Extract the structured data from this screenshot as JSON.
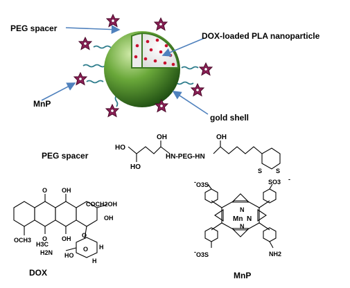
{
  "labels": {
    "peg_spacer_top": "PEG spacer",
    "dox_nanoparticle": "DOX-loaded PLA nanoparticle",
    "mnp_side": "MnP",
    "gold_shell": "gold shell",
    "peg_spacer_structure": "PEG spacer",
    "dox_structure": "DOX",
    "mnp_structure": "MnP"
  },
  "peg_chem": {
    "ho1": "HO",
    "oh1": "OH",
    "ho2": "HO",
    "oh2": "OH",
    "chain": "HN-PEG-HN",
    "oh3": "OH",
    "s1": "S",
    "s2": "S"
  },
  "dox_chem": {
    "o_top": "O",
    "oh_top": "OH",
    "coch2oh": "COCH2OH",
    "oh_mid": "OH",
    "o_bottom": "O",
    "oh_bottom": "OH",
    "och3": "OCH3",
    "o_ring": "O",
    "ch3": "H3C",
    "o_sugar": "O",
    "h_sugar": "H",
    "oh_sugar": "HO",
    "nh2": "H2N",
    "h2": "H"
  },
  "mnp_chem": {
    "so3_tl": "O3S",
    "so3_tr": "SO3",
    "so3_bl": "O3S",
    "nh2": "NH2",
    "n_top": "N",
    "mn": "Mn",
    "n_left": "N",
    "n_right": "N",
    "n_bottom": "N",
    "minus": "-"
  },
  "colors": {
    "arrow": "#4f81bd",
    "sphere_green": "#4c8a2a",
    "drug_dot": "#c8102e",
    "star": "#7a1a48",
    "spring": "#2e7d8c"
  }
}
